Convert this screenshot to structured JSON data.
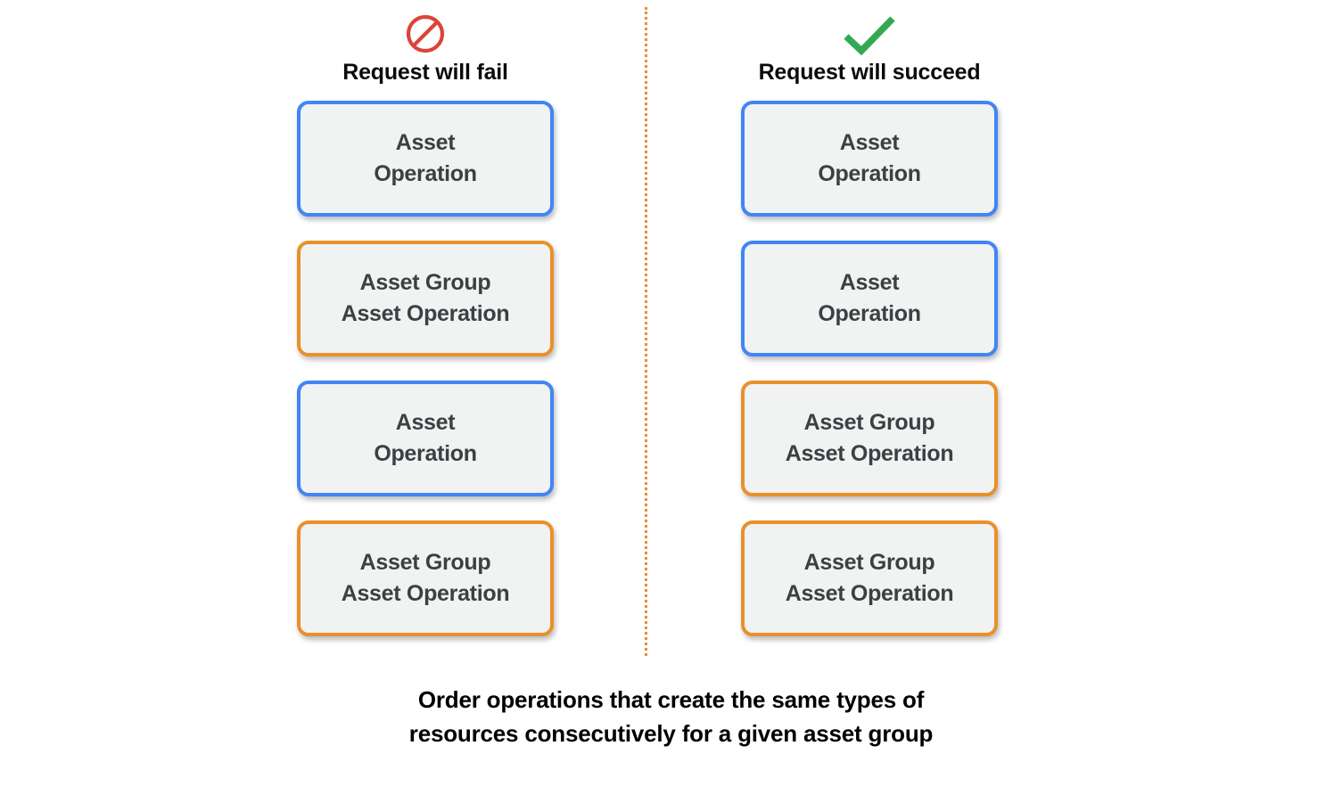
{
  "colors": {
    "blue_border": "#4285F4",
    "orange_border": "#E8912B",
    "box_fill": "#F1F2F2",
    "box_text": "#3C4043",
    "fail_icon": "#DB4437",
    "success_icon": "#34A853",
    "divider": "#E8912B",
    "caption_text": "#000000",
    "background": "#FFFFFF"
  },
  "columns": [
    {
      "id": "fail",
      "icon": "no-entry-icon",
      "heading": "Request will fail",
      "boxes": [
        {
          "type": "asset-operation",
          "label": "Asset\nOperation",
          "accent": "blue"
        },
        {
          "type": "asset-group-operation",
          "label": "Asset Group\nAsset Operation",
          "accent": "orange"
        },
        {
          "type": "asset-operation",
          "label": "Asset\nOperation",
          "accent": "blue"
        },
        {
          "type": "asset-group-operation",
          "label": "Asset Group\nAsset Operation",
          "accent": "orange"
        }
      ]
    },
    {
      "id": "succeed",
      "icon": "check-mark-icon",
      "heading": "Request will succeed",
      "boxes": [
        {
          "type": "asset-operation",
          "label": "Asset\nOperation",
          "accent": "blue"
        },
        {
          "type": "asset-operation",
          "label": "Asset\nOperation",
          "accent": "blue"
        },
        {
          "type": "asset-group-operation",
          "label": "Asset Group\nAsset Operation",
          "accent": "orange"
        },
        {
          "type": "asset-group-operation",
          "label": "Asset Group\nAsset Operation",
          "accent": "orange"
        }
      ]
    }
  ],
  "caption": "Order operations that create the same types of\nresources consecutively for a given asset group"
}
